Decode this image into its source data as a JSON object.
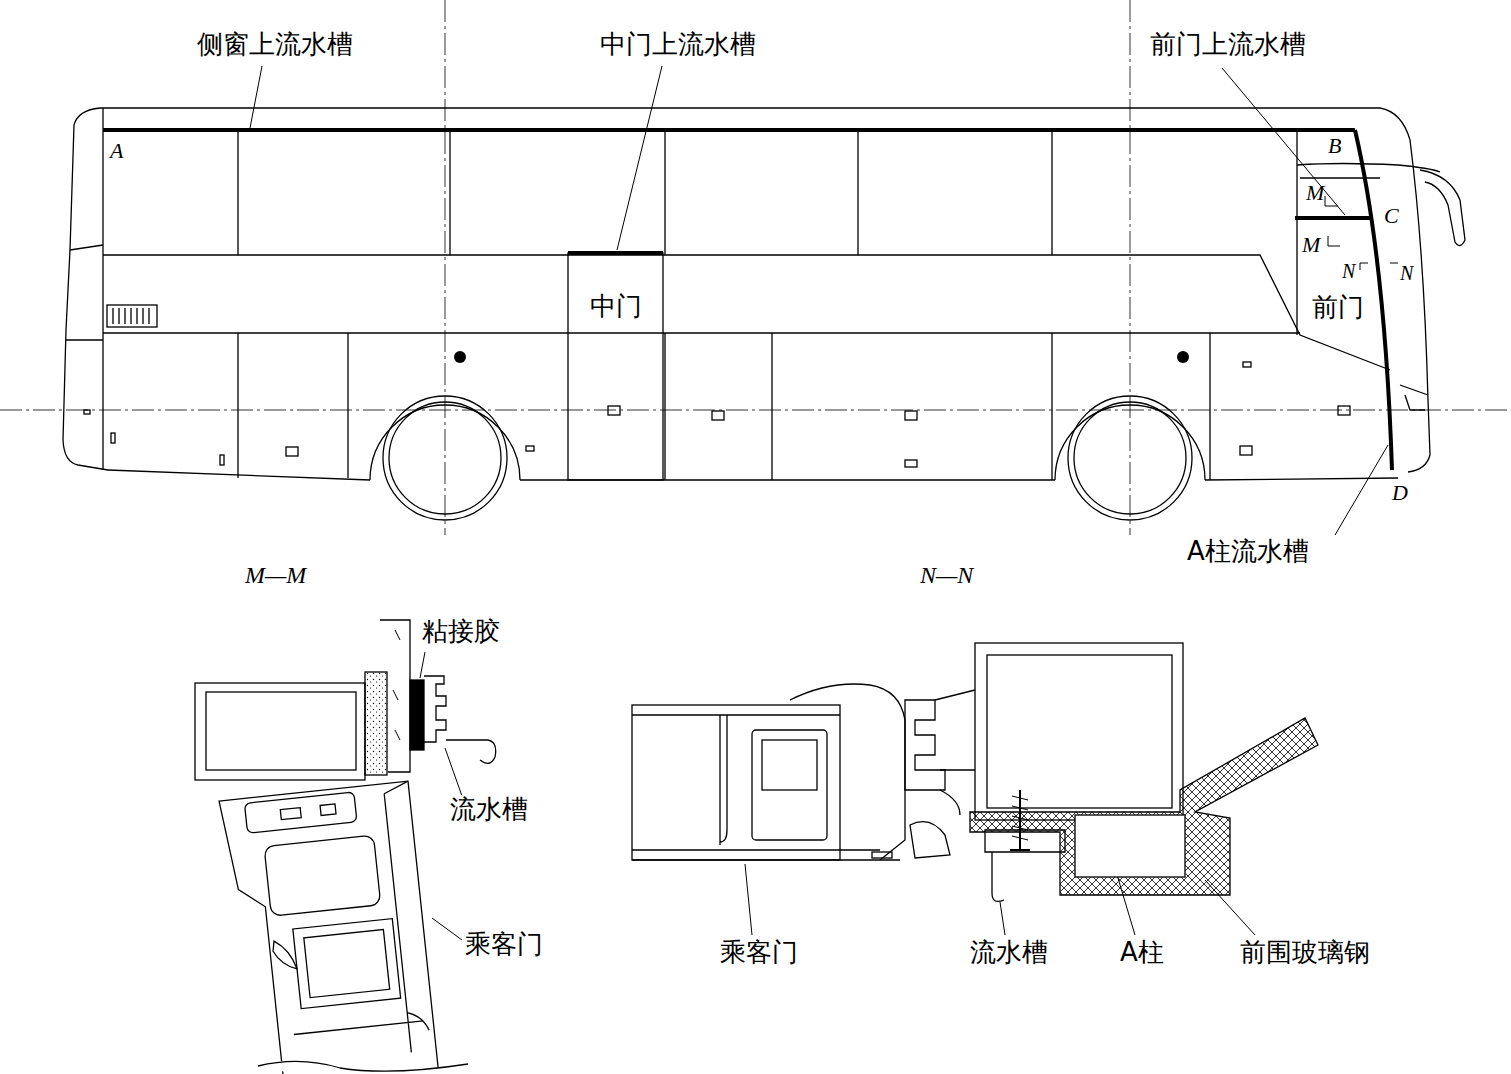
{
  "diagram": {
    "labels": [
      "侧窗上流水槽",
      "中门上流水槽",
      "前门上流水槽",
      "A",
      "B",
      "M",
      "C",
      "M",
      "N",
      "N",
      "前门",
      "中门",
      "D",
      "A柱流水槽",
      "M—M",
      "N—N",
      "粘接胶",
      "流水槽",
      "乘客门",
      "乘客门",
      "流水槽",
      "A柱",
      "前围玻璃钢"
    ]
  }
}
